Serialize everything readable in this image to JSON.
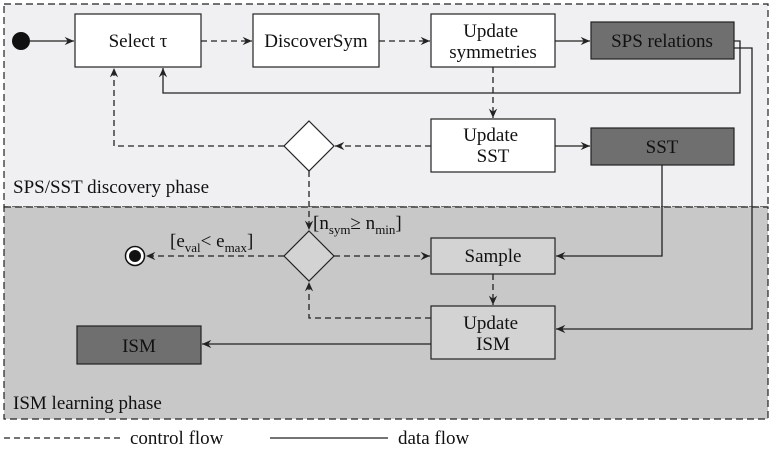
{
  "phases": {
    "discovery": "SPS/SST discovery phase",
    "learning": "ISM learning phase"
  },
  "nodes": {
    "select_tau": "Select τ",
    "discover_sym": "DiscoverSym",
    "update_symmetries": [
      "Update",
      "symmetries"
    ],
    "sps_relations": "SPS relations",
    "update_sst": [
      "Update",
      "SST"
    ],
    "sst": "SST",
    "sample": "Sample",
    "update_ism": [
      "Update",
      "ISM"
    ],
    "ism": "ISM"
  },
  "guards": {
    "symmetry_count": {
      "open": "[n",
      "sub1": "sym",
      "op": "≥ n",
      "sub2": "min",
      "close": "]"
    },
    "error": {
      "open": "[e",
      "sub1": "val",
      "op": "< e",
      "sub2": "max",
      "close": "]"
    }
  },
  "legend": {
    "control_flow": "control flow",
    "data_flow": "data flow"
  },
  "colors": {
    "discovery_bg": "#f0f0f3",
    "learning_bg": "#c8c8c8",
    "dark_box": "#6f6f6f"
  }
}
